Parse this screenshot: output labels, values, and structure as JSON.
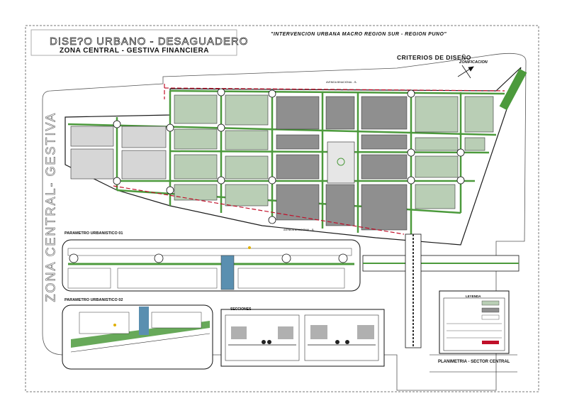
{
  "titles": {
    "main": "DISE?O URBANO - DESAGUADERO",
    "subtitle": "ZONA CENTRAL - GESTIVA FINANCIERA",
    "project": "\"INTERVENCION URBANA MACRO REGION SUR - REGION PUNO\"",
    "vertical": "ZONA CENTRAL- GESTIVA"
  },
  "labels": {
    "criteria": "CRITERIOS DE DISEÑO",
    "criteria_sub": "ZONIFICACION",
    "param1": "PARAMETRO URBANISTICO 01",
    "param2": "PARAMETRO URBANISTICO 02",
    "sections": "SECCIONES",
    "legend_title": "LEYENDA",
    "plan_title": "PLANIMETRIA - SECTOR CENTRAL",
    "road_top": "AVENIDA BINACIONAL - B-",
    "road_bottom": "AVENIDA BINACIONAL - B-"
  },
  "colors": {
    "block_green": "#b9ceb5",
    "block_gray": "#8f8f8f",
    "block_light": "#d6d6d6",
    "road_green": "#4c9a3c",
    "axis_red": "#c0102a",
    "line": "#1a1a1a"
  }
}
